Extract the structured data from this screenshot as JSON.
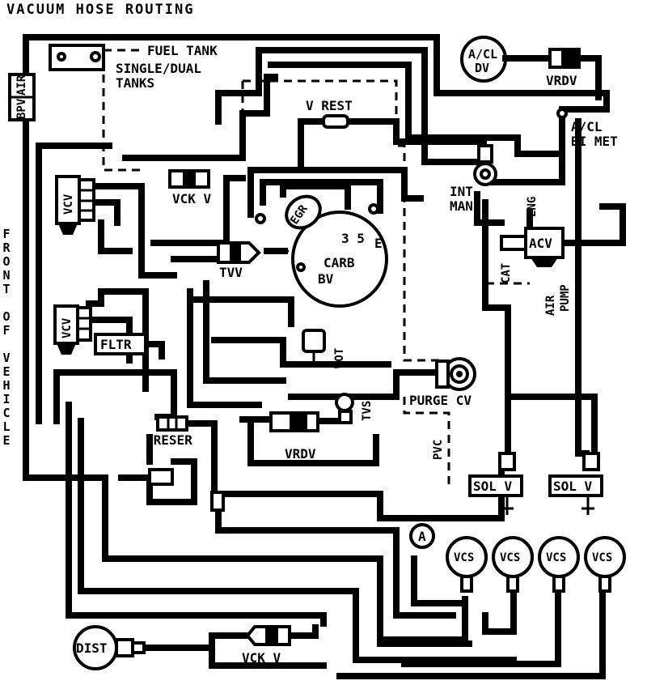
{
  "title": "VACUUM HOSE ROUTING",
  "labels": {
    "fuel_tank": "FUEL TANK",
    "single_dual_1": "SINGLE/DUAL",
    "single_dual_2": "TANKS",
    "air_bpv_1": "AIR",
    "air_bpv_2": "BPV",
    "ac_dv_1": "A/CL",
    "ac_dv_2": "DV",
    "vrdv_top": "VRDV",
    "v_rest": "V REST",
    "ac_bimet_1": "A/CL",
    "ac_bimet_2": "BI MET",
    "vck_v_top": "VCK V",
    "vcv_top": "VCV",
    "int_man_1": "INT",
    "int_man_2": "MAN",
    "eng": "ENG",
    "egr": "EGR",
    "carb_nums": "3 5",
    "carb_e": "E",
    "carb": "CARB",
    "bv": "BV",
    "tvv": "TVV",
    "acv": "ACV",
    "cat": "CAT",
    "air_pump_1": "AIR",
    "air_pump_2": "PUMP",
    "front_of_vehicle": "FRONT OF VEHICLE",
    "vcv_mid": "VCV",
    "fltr": "FLTR",
    "wot": "WOT",
    "purge_cv": "PURGE CV",
    "tvs": "TVS",
    "vrdv_mid": "VRDV",
    "pvc": "PVC",
    "vreser": "VRESER",
    "sol_v_left": "SOL V",
    "sol_v_right": "SOL V",
    "circle_a": "A",
    "vcs_1": "VCS",
    "vcs_2": "VCS",
    "vcs_3": "VCS",
    "vcs_4": "VCS",
    "dist": "DIST",
    "vck_v_bottom": "VCK V"
  }
}
